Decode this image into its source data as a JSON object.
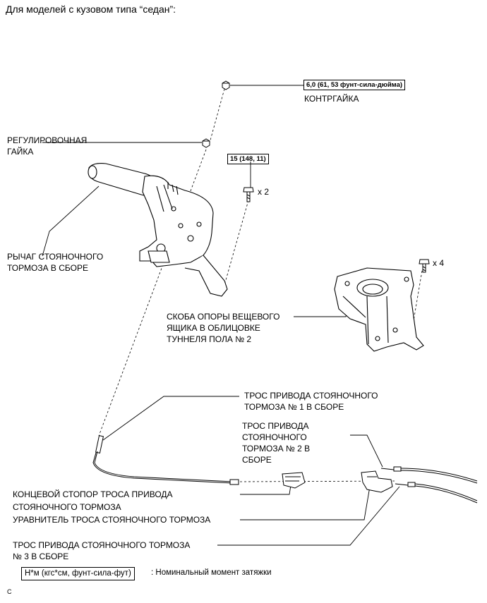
{
  "heading": "Для моделей с кузовом типа “седан”:",
  "torque": {
    "locknut": "6,0 (61, 53 фунт-сила-дюйма)",
    "bolt": "15 (148, 11)"
  },
  "labels": {
    "locknut": "КОНТРГАЙКА",
    "adjusting_nut": [
      "РЕГУЛИРОВОЧНАЯ",
      "ГАЙКА"
    ],
    "lever": [
      "РЫЧАГ СТОЯНОЧНОГО",
      "ТОРМОЗА В СБОРЕ"
    ],
    "bracket": [
      "СКОБА ОПОРЫ ВЕЩЕВОГО",
      "ЯЩИКА В ОБЛИЦОВКЕ",
      "ТУННЕЛЯ ПОЛА № 2"
    ],
    "cable1": [
      "ТРОС ПРИВОДА СТОЯНОЧНОГО",
      "ТОРМОЗА № 1 В СБОРЕ"
    ],
    "cable2": [
      "ТРОС ПРИВОДА",
      "СТОЯНОЧНОГО",
      "ТОРМОЗА № 2 В",
      "СБОРЕ"
    ],
    "end_stop": [
      "КОНЦЕВОЙ СТОПОР ТРОСА ПРИВОДА",
      "СТОЯНОЧНОГО ТОРМОЗА"
    ],
    "equalizer": "УРАВНИТЕЛЬ ТРОСА СТОЯНОЧНОГО ТОРМОЗА",
    "cable3": [
      "ТРОС ПРИВОДА СТОЯНОЧНОГО ТОРМОЗА",
      "№ 3 В СБОРЕ"
    ]
  },
  "quantities": {
    "bolt": "x 2",
    "bracket_bolt": "x 4"
  },
  "legend": {
    "box": "Н*м (кгс*см, фунт-сила-фут)",
    "text": ": Номинальный момент затяжки"
  },
  "corner_code": "C"
}
